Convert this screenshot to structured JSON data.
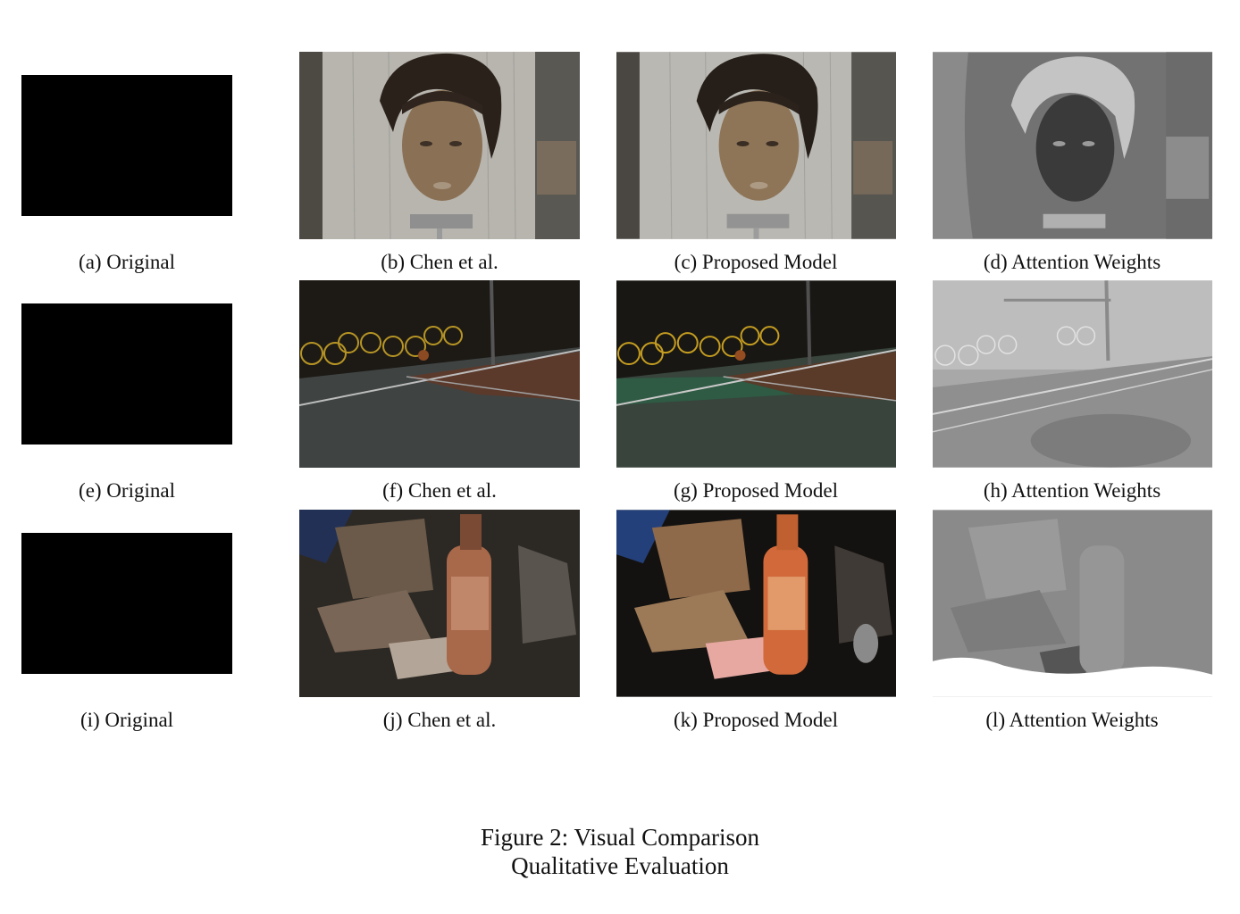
{
  "figure": {
    "caption_line1": "Figure 2: Visual Comparison",
    "caption_line2": "Qualitative Evaluation"
  },
  "rows": [
    {
      "scene": "mannequin-head",
      "original": "(a) Original",
      "chen": "(b) Chen et al.",
      "proposed": "(c) Proposed Model",
      "attention": "(d) Attention Weights"
    },
    {
      "scene": "bicycles-court",
      "original": "(e) Original",
      "chen": "(f) Chen et al.",
      "proposed": "(g) Proposed Model",
      "attention": "(h) Attention Weights"
    },
    {
      "scene": "bottle-clutter",
      "original": "(i) Original",
      "chen": "(j) Chen et al.",
      "proposed": "(k) Proposed Model",
      "attention": "(l) Attention Weights"
    }
  ]
}
